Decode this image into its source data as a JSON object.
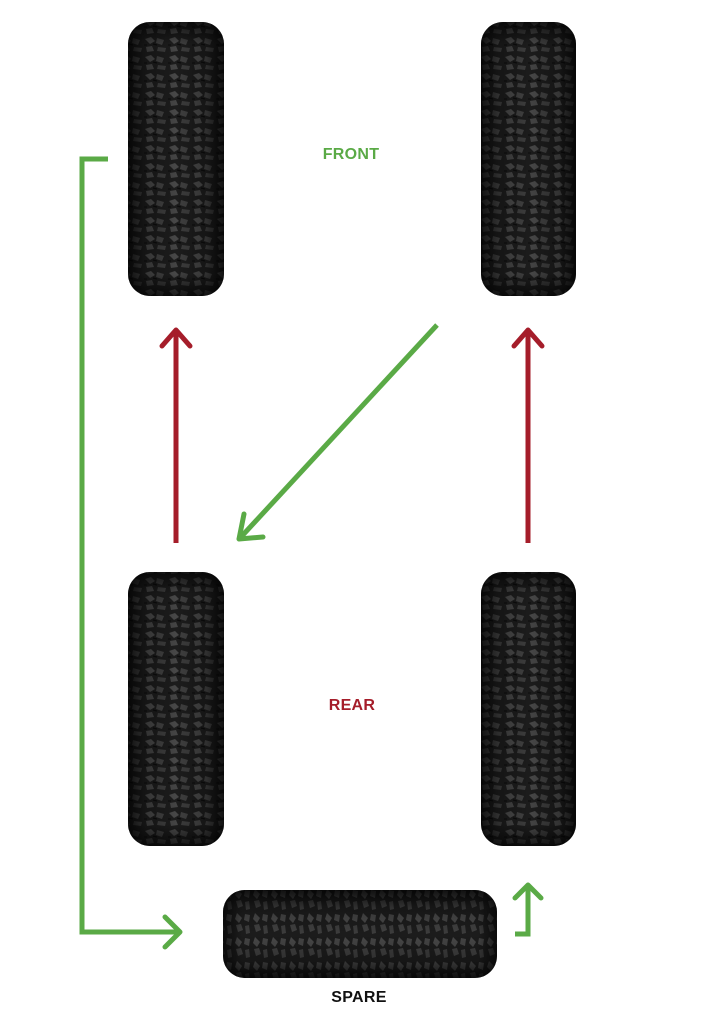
{
  "labels": {
    "front": "FRONT",
    "rear": "REAR",
    "spare": "SPARE"
  },
  "colors": {
    "green": "#5aaa46",
    "red": "#a51d2a",
    "spare_label": "#111111",
    "tire_rubber": "#1a1a1a",
    "tire_tread": "#3a3a3a",
    "tire_highlight": "#5a5a5a"
  },
  "tires": [
    {
      "name": "tire-front-left",
      "position": "front-left"
    },
    {
      "name": "tire-front-right",
      "position": "front-right"
    },
    {
      "name": "tire-rear-left",
      "position": "rear-left"
    },
    {
      "name": "tire-rear-right",
      "position": "rear-right"
    },
    {
      "name": "tire-spare",
      "position": "spare"
    }
  ],
  "rotation_moves": [
    {
      "from": "front-left",
      "to": "spare",
      "color": "green"
    },
    {
      "from": "front-right",
      "to": "rear-left",
      "color": "green"
    },
    {
      "from": "rear-left",
      "to": "front-left",
      "color": "red"
    },
    {
      "from": "rear-right",
      "to": "front-right",
      "color": "red"
    },
    {
      "from": "spare",
      "to": "rear-right",
      "color": "green"
    }
  ]
}
